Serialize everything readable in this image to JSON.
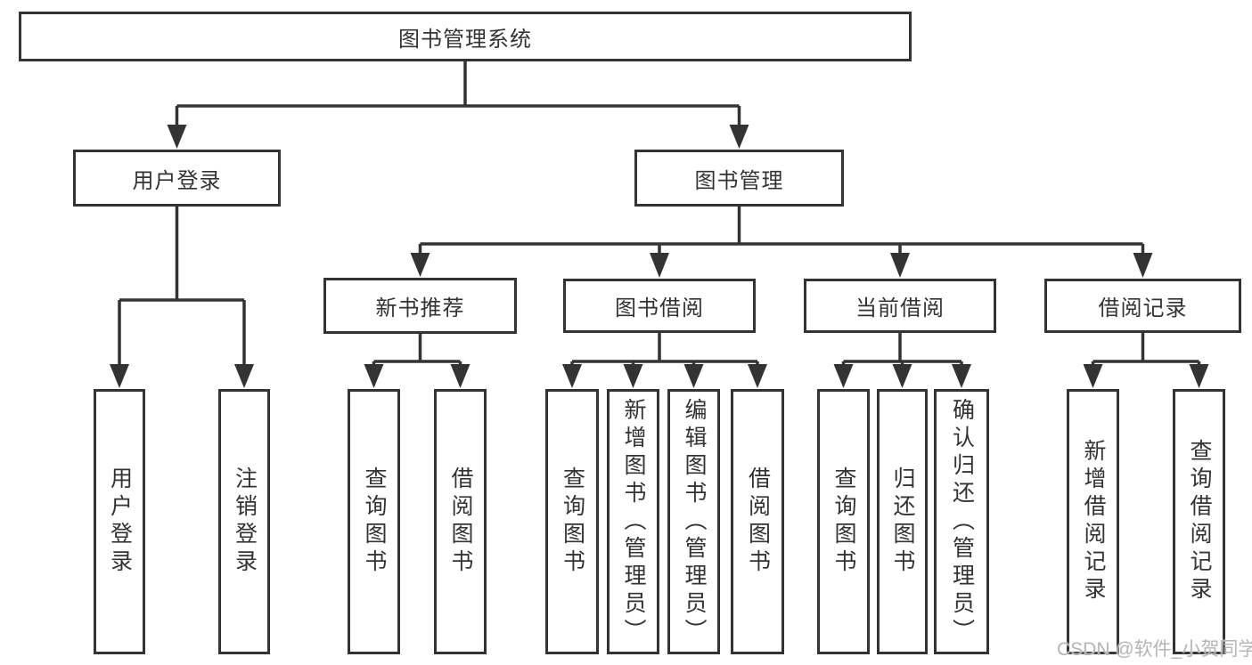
{
  "root": {
    "label": "图书管理系统"
  },
  "level2": {
    "user_login": {
      "label": "用户登录"
    },
    "book_management": {
      "label": "图书管理"
    }
  },
  "level3": {
    "new_book_recommend": {
      "label": "新书推荐"
    },
    "book_borrowing": {
      "label": "图书借阅"
    },
    "current_borrowing": {
      "label": "当前借阅"
    },
    "borrowing_records": {
      "label": "借阅记录"
    }
  },
  "leaves": {
    "user_login": {
      "label": "用户登录"
    },
    "logout": {
      "label": "注销登录"
    },
    "query_book_recommend": {
      "label": "查询图书"
    },
    "borrow_book_recommend": {
      "label": "借阅图书"
    },
    "query_book_borrowing": {
      "label": "查询图书"
    },
    "add_book_admin": {
      "label": "新增图书（管理员）"
    },
    "edit_book_admin": {
      "label": "编辑图书（管理员）"
    },
    "borrow_book": {
      "label": "借阅图书"
    },
    "query_book_current": {
      "label": "查询图书"
    },
    "return_book": {
      "label": "归还图书"
    },
    "confirm_return_admin": {
      "label": "确认归还（管理员）"
    },
    "add_borrowing_record": {
      "label": "新增借阅记录"
    },
    "query_borrowing_record": {
      "label": "查询借阅记录"
    }
  },
  "watermark": "CSDN @软件_小贺同学",
  "colors": {
    "line": "#333333",
    "text": "#333333",
    "watermark_color": "#b5b5b5",
    "background": "#ffffff"
  }
}
